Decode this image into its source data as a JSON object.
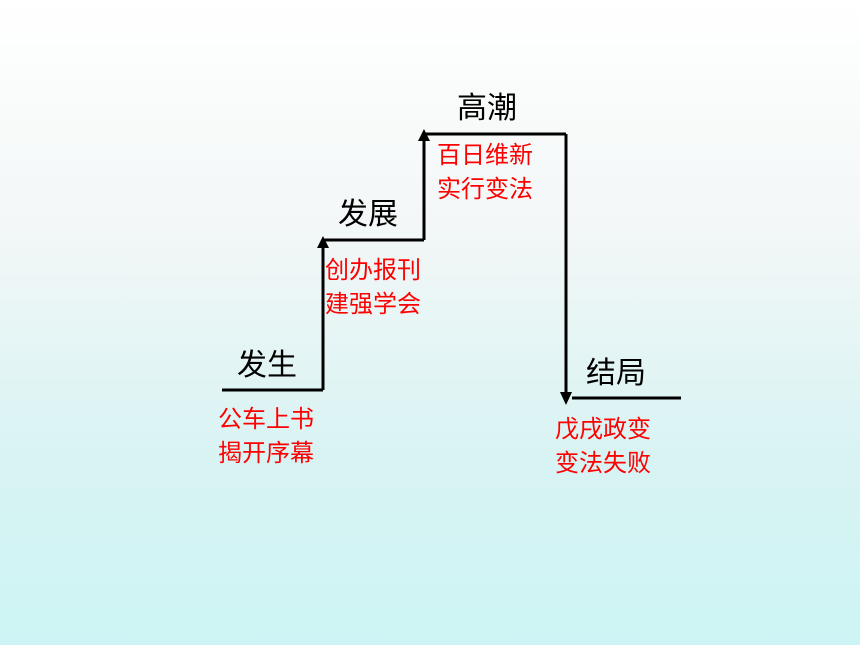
{
  "stages": [
    {
      "label": "发生",
      "lines": [
        "公车上书",
        "揭开序幕"
      ]
    },
    {
      "label": "发展",
      "lines": [
        "创办报刊",
        "建强学会"
      ]
    },
    {
      "label": "高潮",
      "lines": [
        "百日维新",
        "实行变法"
      ]
    },
    {
      "label": "结局",
      "lines": [
        "戊戌政变",
        "变法失败"
      ]
    }
  ],
  "colors": {
    "label": "#000000",
    "desc": "#ff0000",
    "line": "#000000"
  }
}
